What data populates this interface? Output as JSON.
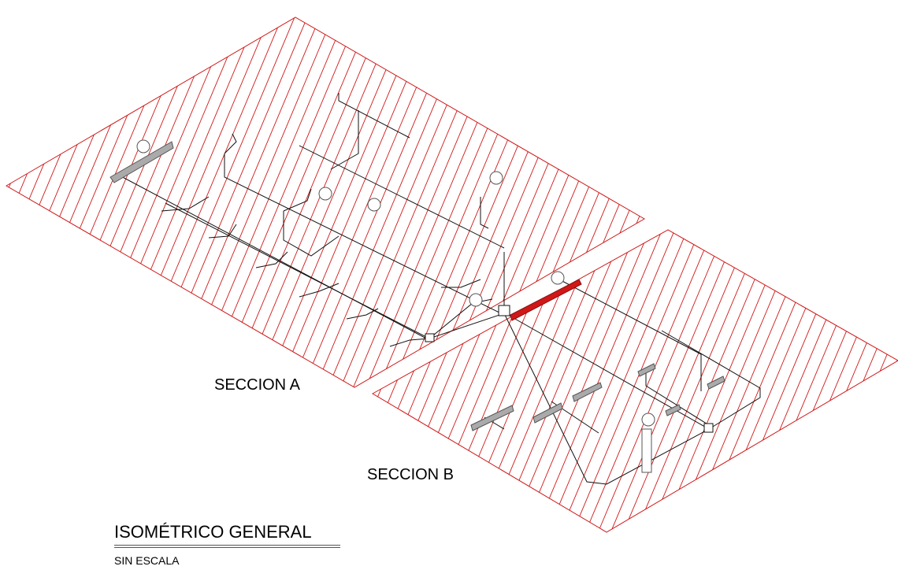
{
  "drawing": {
    "colors": {
      "hatch": "#d01818",
      "pipe": "#000000",
      "fixture": "#555555"
    },
    "sections": [
      {
        "id": "A",
        "label": "SECCION A"
      },
      {
        "id": "B",
        "label": "SECCION B"
      }
    ]
  },
  "title_block": {
    "title": "ISOMÉTRICO GENERAL",
    "scale": "SIN ESCALA"
  }
}
